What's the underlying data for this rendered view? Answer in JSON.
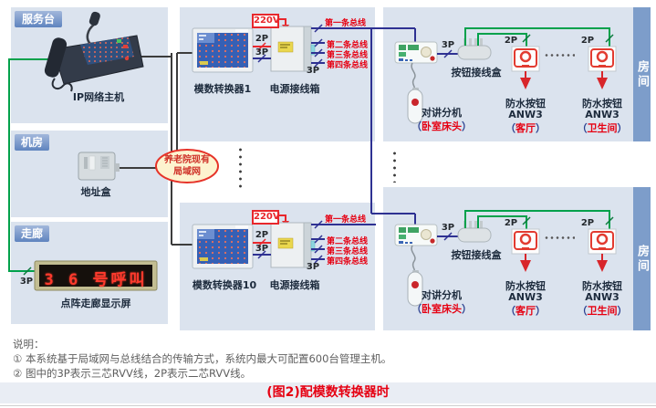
{
  "service_desk": {
    "badge": "服务台",
    "device": "IP网络主机"
  },
  "machine_room": {
    "badge": "机房",
    "device": "地址盒"
  },
  "corridor": {
    "badge": "走廊",
    "led_text": "3 6 号呼叫",
    "device": "点阵走廊显示屏",
    "wire_3p": "3P"
  },
  "lan_ellipse": {
    "line1": "养老院现有",
    "line2": "局域网"
  },
  "converters": [
    {
      "name": "模数转换器1",
      "power_box": "电源接线箱",
      "voltage": "220V",
      "wire_2p": "2P",
      "wire_3p": "3P",
      "bus_wire_3p": "3P",
      "buses": [
        "第一条总线",
        "第二条总线",
        "第三条总线",
        "第四条总线"
      ]
    },
    {
      "name": "模数转换器10",
      "power_box": "电源接线箱",
      "voltage": "220V",
      "wire_2p": "2P",
      "wire_3p": "3P",
      "bus_wire_3p": "3P",
      "buses": [
        "第一条总线",
        "第二条总线",
        "第三条总线",
        "第四条总线"
      ]
    }
  ],
  "rooms": [
    {
      "bar": "房间",
      "intercom": "对讲分机",
      "intercom_loc": {
        "open": "（",
        "text": "卧室床头",
        "close": "）"
      },
      "junction_box": "按钮接线盒",
      "wire_3p": "3P",
      "buttons": [
        {
          "title": "防水按钮",
          "model": "ANW3",
          "wire_2p": "2P",
          "loc": {
            "open": "（",
            "text": "客厅",
            "close": "）"
          }
        },
        {
          "title": "防水按钮",
          "model": "ANW3",
          "wire_2p": "2P",
          "loc": {
            "open": "（",
            "text": "卫生间",
            "close": "）"
          }
        }
      ]
    },
    {
      "bar": "房间",
      "intercom": "对讲分机",
      "intercom_loc": {
        "open": "（",
        "text": "卧室床头",
        "close": "）"
      },
      "junction_box": "按钮接线盒",
      "wire_3p": "3P",
      "buttons": [
        {
          "title": "防水按钮",
          "model": "ANW3",
          "wire_2p": "2P",
          "loc": {
            "open": "（",
            "text": "客厅",
            "close": "）"
          }
        },
        {
          "title": "防水按钮",
          "model": "ANW3",
          "wire_2p": "2P",
          "loc": {
            "open": "（",
            "text": "卫生间",
            "close": "）"
          }
        }
      ]
    }
  ],
  "notes": {
    "title": "说明：",
    "item1": "① 本系统基于局域网与总线结合的传输方式，系统内最大可配置600台管理主机。",
    "item2": "② 图中的3P表示三芯RVV线，2P表示二芯RVV线。"
  },
  "caption": "(图2)配模数转换器时",
  "colors": {
    "panel": "#dbe3ee",
    "room_bar": "#7d9dca",
    "bus_line": "#2e3192",
    "red": "#e8272c",
    "green": "#00a14b",
    "bus_label": "#e60012",
    "caption": "#e60012"
  }
}
